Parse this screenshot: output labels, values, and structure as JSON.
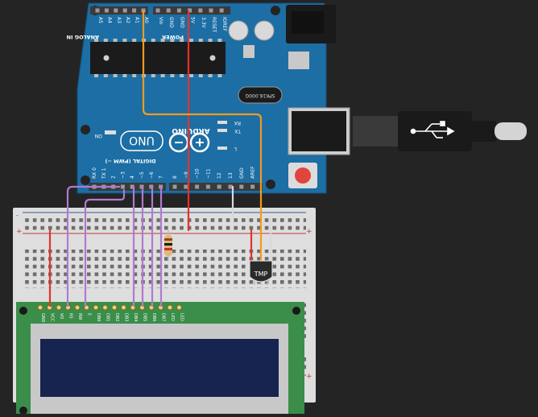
{
  "canvas": {
    "background": "#242424"
  },
  "arduino": {
    "color": "#1c6ea4",
    "header_analog_label": "ANALOG IN",
    "analog_pins": [
      "A5",
      "A4",
      "A3",
      "A2",
      "A1",
      "A0"
    ],
    "header_power_label": "POWER",
    "power_pins": [
      "Vin",
      "GND",
      "GND",
      "5V",
      "3.3V",
      "RESET",
      "IOREF"
    ],
    "model": "UNO",
    "brand": "ARDUINO",
    "led_on": "ON",
    "led_tx": "TX",
    "led_rx": "RX",
    "led_l": "L",
    "crystal": "SPK16.000G",
    "digital_label": "DIGITAL (PWM ~)",
    "digital_pins_low": [
      "RX 0",
      "TX 1",
      "2",
      "~3",
      "4",
      "~5",
      "~6",
      "7"
    ],
    "digital_pins_high": [
      "8",
      "~9",
      "~10",
      "~11",
      "12",
      "13",
      "GND",
      "AREF"
    ]
  },
  "usb": {
    "cable_color": "#3a3a3a",
    "plug_color": "#1a1a1a"
  },
  "breadboard": {
    "color": "#dedede",
    "plus": "+",
    "minus": "-"
  },
  "sensor": {
    "label": "TMP"
  },
  "lcd": {
    "pcb_color": "#3b8d4a",
    "screen_color": "#17244f",
    "pins": [
      "GND",
      "VCC",
      "VO",
      "RS",
      "RW",
      "E",
      "DB0",
      "DB1",
      "DB2",
      "DB3",
      "DB4",
      "DB5",
      "DB6",
      "DB7",
      "LED",
      "LED"
    ]
  },
  "wires": {
    "red": "#e2332c",
    "orange": "#f39a1e",
    "purple": "#b07ad0",
    "gray": "#d8d8d8"
  }
}
